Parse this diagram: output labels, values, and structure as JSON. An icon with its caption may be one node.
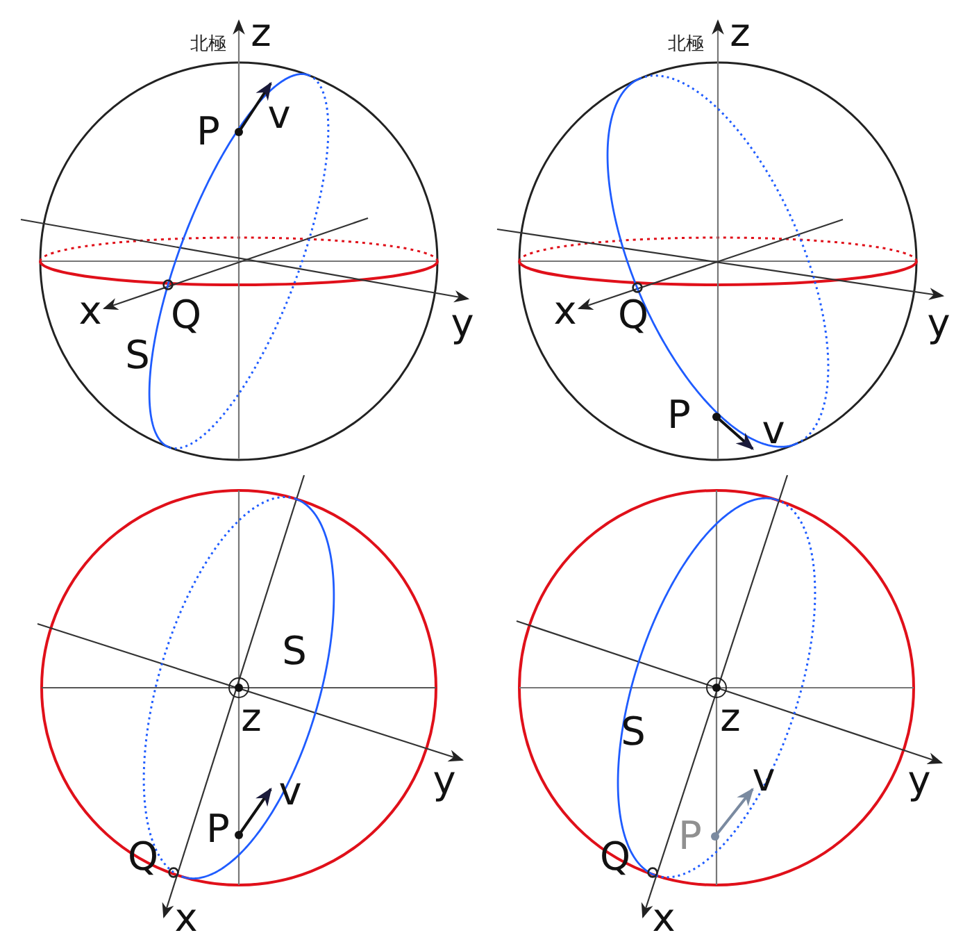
{
  "diagram": {
    "labels": [
      "北極",
      "z",
      "P",
      "v",
      "Q",
      "x",
      "S",
      "y",
      "北極",
      "z",
      "Q",
      "x",
      "y",
      "P",
      "v",
      "S",
      "z",
      "y",
      "v",
      "P",
      "Q",
      "x",
      "z",
      "S",
      "y",
      "v",
      "P",
      "Q",
      "x"
    ]
  }
}
